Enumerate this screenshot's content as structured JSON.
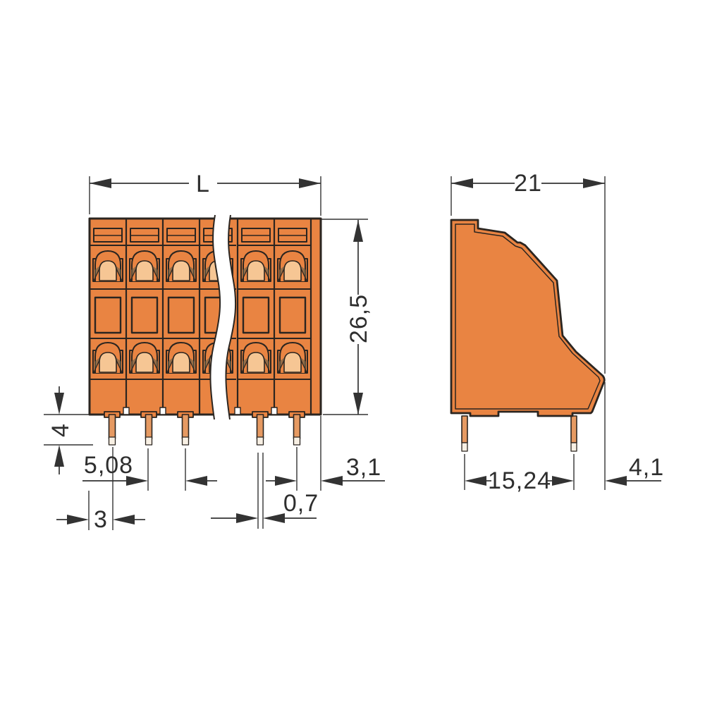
{
  "drawing": {
    "type": "technical-dimension-drawing",
    "front_view": {
      "dim_total_width_label": "L",
      "dim_height": "26,5",
      "dim_pin_length": "4",
      "dim_pitch": "5,08",
      "dim_edge_to_first_pin": "3",
      "dim_pin_width": "0,7",
      "dim_last_pin_to_edge": "3,1",
      "poles_visible": 6,
      "pins_visible": 5
    },
    "side_view": {
      "dim_depth": "21",
      "dim_pin_row_spacing": "15,24",
      "dim_rear_overhang": "4,1",
      "pins_visible": 2
    },
    "colors": {
      "body_orange": "#E98442",
      "clamp_light": "#F6C694",
      "clamp_shadow": "#6B6148",
      "pin_fill": "#E69A62",
      "pin_tip": "#F8F0E4",
      "outline": "#2B2520",
      "dimension": "#333333",
      "background": "#FFFFFF"
    }
  }
}
